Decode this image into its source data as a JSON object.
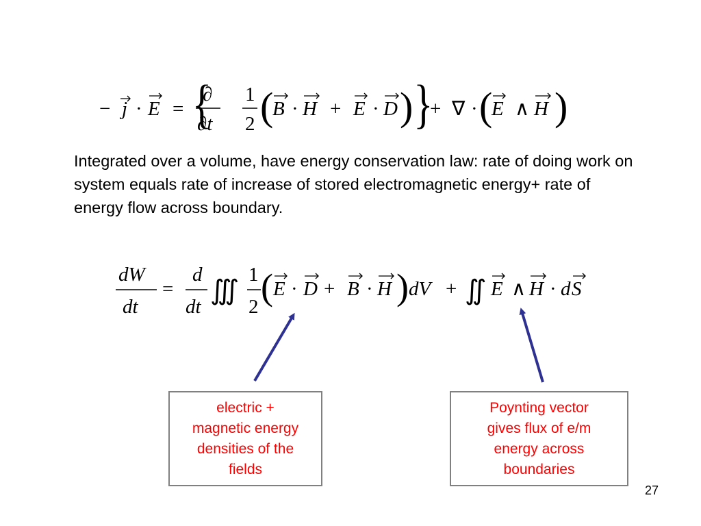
{
  "slide": {
    "paragraph": "Integrated over a volume, have energy conservation law: rate of doing work on system equals rate of increase of stored electromagnetic energy+ rate of energy flow across boundary.",
    "slide_number": "27"
  },
  "equations": {
    "top": {
      "minus": "−",
      "j": "j",
      "dot": "·",
      "E": "E",
      "equals": "=",
      "partial": "∂",
      "partial_t": "∂t",
      "one": "1",
      "two": "2",
      "B": "B",
      "H": "H",
      "plus": "+",
      "D": "D",
      "nabla": "∇",
      "wedge": "∧"
    },
    "bottom": {
      "dW": "dW",
      "dt": "dt",
      "d": "d",
      "equals": "=",
      "triple_integral": "∭",
      "double_integral": "∬",
      "one": "1",
      "two": "2",
      "E": "E",
      "D": "D",
      "B": "B",
      "H": "H",
      "dot": "·",
      "plus": "+",
      "dV": "dV",
      "wedge": "∧",
      "dS_d": "d",
      "S": "S"
    }
  },
  "callouts": {
    "left": [
      "electric +",
      "magnetic energy",
      "densities of the",
      "fields"
    ],
    "right": [
      "Poynting vector",
      "gives flux of e/m",
      "energy across",
      "boundaries"
    ]
  },
  "colors": {
    "callout_text": "#ff0000",
    "arrow": "#2e3192",
    "callout_border": "#808080"
  }
}
